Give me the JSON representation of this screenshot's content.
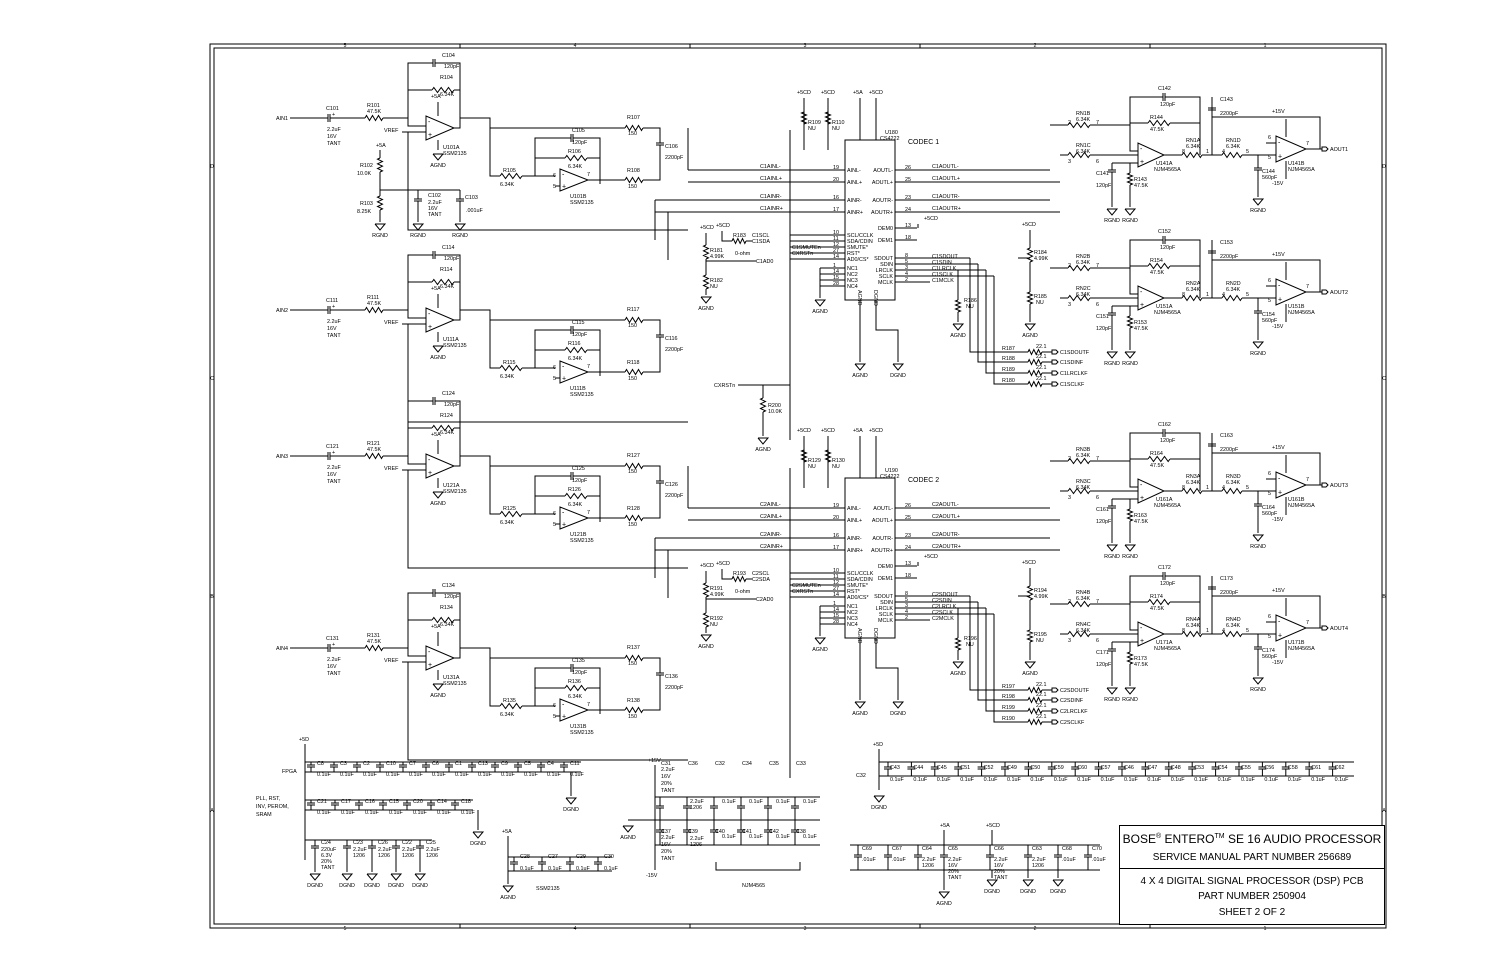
{
  "border": {
    "top_ticks": [
      "5",
      "4",
      "3",
      "2",
      "1"
    ],
    "side_ticks": [
      "D",
      "C",
      "B",
      "A"
    ]
  },
  "inputs": [
    {
      "ain": "AIN1",
      "cap_in": "C101",
      "cap_in_val": [
        "2.2uF",
        "16V",
        "TANT"
      ],
      "r_in": "R101",
      "r_in_val": "47.5K",
      "c_fb": "C104",
      "c_fb_val": "120pF",
      "r_fb": "R104",
      "r_fb_val": "6.34K",
      "op_a": "U101A",
      "op_part": "SSM2135",
      "c_fb2": "C105",
      "c_fb2_val": "120pF",
      "r_fb2": "R106",
      "r_fb2_val": "6.34K",
      "r_mid": "R105",
      "r_mid_val": "6.34K",
      "op_b": "U101B",
      "r_out1": "R107",
      "r_out2": "R108",
      "r_out_val": "150",
      "c_out": "C106",
      "c_out_val": "2200pF"
    },
    {
      "ain": "AIN2",
      "cap_in": "C111",
      "cap_in_val": [
        "2.2uF",
        "16V",
        "TANT"
      ],
      "r_in": "R111",
      "r_in_val": "47.5K",
      "c_fb": "C114",
      "c_fb_val": "120pF",
      "r_fb": "R114",
      "r_fb_val": "6.34K",
      "op_a": "U111A",
      "op_part": "SSM2135",
      "c_fb2": "C115",
      "c_fb2_val": "120pF",
      "r_fb2": "R116",
      "r_fb2_val": "6.34K",
      "r_mid": "R115",
      "r_mid_val": "6.34K",
      "op_b": "U111B",
      "r_out1": "R117",
      "r_out2": "R118",
      "r_out_val": "150",
      "c_out": "C116",
      "c_out_val": "2200pF"
    },
    {
      "ain": "AIN3",
      "cap_in": "C121",
      "cap_in_val": [
        "2.2uF",
        "16V",
        "TANT"
      ],
      "r_in": "R121",
      "r_in_val": "47.5K",
      "c_fb": "C124",
      "c_fb_val": "120pF",
      "r_fb": "R124",
      "r_fb_val": "6.34K",
      "op_a": "U121A",
      "op_part": "SSM2135",
      "c_fb2": "C125",
      "c_fb2_val": "120pF",
      "r_fb2": "R126",
      "r_fb2_val": "6.34K",
      "r_mid": "R125",
      "r_mid_val": "6.34K",
      "op_b": "U121B",
      "r_out1": "R127",
      "r_out2": "R128",
      "r_out_val": "150",
      "c_out": "C126",
      "c_out_val": "2200pF"
    },
    {
      "ain": "AIN4",
      "cap_in": "C131",
      "cap_in_val": [
        "2.2uF",
        "16V",
        "TANT"
      ],
      "r_in": "R131",
      "r_in_val": "47.5K",
      "c_fb": "C134",
      "c_fb_val": "120pF",
      "r_fb": "R134",
      "r_fb_val": "6.34K",
      "op_a": "U131A",
      "op_part": "SSM2135",
      "c_fb2": "C135",
      "c_fb2_val": "120pF",
      "r_fb2": "R136",
      "r_fb2_val": "6.34K",
      "r_mid": "R135",
      "r_mid_val": "6.34K",
      "op_b": "U131B",
      "r_out1": "R137",
      "r_out2": "R138",
      "r_out_val": "150",
      "c_out": "C136",
      "c_out_val": "2200pF"
    }
  ],
  "vref_bias": {
    "r102": "R102",
    "r102_val": "10.0K",
    "r103": "R103",
    "r103_val": "8.25K",
    "c102": "C102",
    "c102_val": [
      "2.2uF",
      "16V",
      "TANT"
    ],
    "c103": "C103",
    "c103_val": ".001uF",
    "rail": "+5A"
  },
  "codecs": [
    {
      "name": "CODEC 1",
      "ref": "U180",
      "part": "CS4222",
      "ain": [
        "C1AINL-",
        "C1AINL+",
        "C1AINR-",
        "C1AINR+"
      ],
      "aout": [
        "C1AOUTL-",
        "C1AOUTL+",
        "C1AOUTR-",
        "C1AOUTR+"
      ],
      "left_pins": [
        [
          "AINL-",
          "19"
        ],
        [
          "AINL+",
          "20"
        ],
        [
          "AINR-",
          "16"
        ],
        [
          "AINR+",
          "17"
        ]
      ],
      "right_pins": [
        [
          "AOUTL-",
          "26"
        ],
        [
          "AOUTL+",
          "25"
        ],
        [
          "AOUTR-",
          "23"
        ],
        [
          "AOUTR+",
          "24"
        ],
        [
          "DEM0",
          "13"
        ],
        [
          "DEM1",
          "18"
        ]
      ],
      "ctrl_pins": [
        [
          "SCL/CCLK",
          "10"
        ],
        [
          "SDA/CDIN",
          "11"
        ],
        [
          "SMUTE*",
          "12"
        ],
        [
          "RST*",
          "27"
        ],
        [
          "AD0/CS*",
          "14"
        ]
      ],
      "nc_pins": [
        [
          "NC1",
          "1"
        ],
        [
          "NC2",
          "14"
        ],
        [
          "NC3",
          "15"
        ],
        [
          "NC4",
          "28"
        ]
      ],
      "serial_pins": [
        [
          "SDOUT",
          "8"
        ],
        [
          "SDIN",
          "5"
        ],
        [
          "LRCLK",
          "3"
        ],
        [
          "SCLK",
          "4"
        ],
        [
          "MCLK",
          "2"
        ]
      ],
      "serial_nets": [
        "C1SDOUT",
        "C1SDIN",
        "C1LRCLK",
        "C1SCLK",
        "C1MCLK"
      ],
      "ctrl_nets": [
        "C1SCL",
        "C1SDA",
        "C1SMUTEn",
        "CXRSTn",
        "C1AD0"
      ],
      "rails": [
        "+5CD",
        "+5CD",
        "+5A",
        "+5CD"
      ],
      "r_pull": [
        [
          "R109",
          "NU"
        ],
        [
          "R110",
          "NU"
        ]
      ],
      "r183": [
        "R183",
        "0-ohm"
      ],
      "r181": [
        "R181",
        "4.99K"
      ],
      "r182": [
        "R182",
        "NU"
      ],
      "r184": [
        "R184",
        "4.99K"
      ],
      "r185": [
        "R185",
        "NU"
      ],
      "r186": [
        "R186",
        "NU"
      ],
      "term": [
        [
          "R187",
          "22.1",
          "C1SDOUTF"
        ],
        [
          "R188",
          "22.1",
          "C1SDINF"
        ],
        [
          "R189",
          "22.1",
          "C1LRCLKF"
        ],
        [
          "R180",
          "22.1",
          "C1SCLKF"
        ]
      ],
      "gnd": [
        "AGND",
        "DGND"
      ]
    },
    {
      "name": "CODEC 2",
      "ref": "U190",
      "part": "CS4222",
      "ain": [
        "C2AINL-",
        "C2AINL+",
        "C2AINR-",
        "C2AINR+"
      ],
      "aout": [
        "C2AOUTL-",
        "C2AOUTL+",
        "C2AOUTR-",
        "C2AOUTR+"
      ],
      "left_pins": [
        [
          "AINL-",
          "19"
        ],
        [
          "AINL+",
          "20"
        ],
        [
          "AINR-",
          "16"
        ],
        [
          "AINR+",
          "17"
        ]
      ],
      "right_pins": [
        [
          "AOUTL-",
          "26"
        ],
        [
          "AOUTL+",
          "25"
        ],
        [
          "AOUTR-",
          "23"
        ],
        [
          "AOUTR+",
          "24"
        ],
        [
          "DEM0",
          "13"
        ],
        [
          "DEM1",
          "18"
        ]
      ],
      "ctrl_pins": [
        [
          "SCL/CCLK",
          "10"
        ],
        [
          "SDA/CDIN",
          "11"
        ],
        [
          "SMUTE*",
          "12"
        ],
        [
          "RST*",
          "27"
        ],
        [
          "AD0/CS*",
          "14"
        ]
      ],
      "nc_pins": [
        [
          "NC1",
          "1"
        ],
        [
          "NC2",
          "14"
        ],
        [
          "NC3",
          "15"
        ],
        [
          "NC4",
          "28"
        ]
      ],
      "serial_pins": [
        [
          "SDOUT",
          "8"
        ],
        [
          "SDIN",
          "5"
        ],
        [
          "LRCLK",
          "3"
        ],
        [
          "SCLK",
          "4"
        ],
        [
          "MCLK",
          "2"
        ]
      ],
      "serial_nets": [
        "C2SDOUT",
        "C2SDIN",
        "C2LRCLK",
        "C2SCLK",
        "C2MCLK"
      ],
      "ctrl_nets": [
        "C2SCL",
        "C2SDA",
        "C2SMUTEn",
        "CXRSTn",
        "C2AD0"
      ],
      "rails": [
        "+5CD",
        "+5CD",
        "+5A",
        "+5CD"
      ],
      "r_pull": [
        [
          "R129",
          "NU"
        ],
        [
          "R130",
          "NU"
        ]
      ],
      "r183": [
        "R193",
        "0-ohm"
      ],
      "r181": [
        "R191",
        "4.99K"
      ],
      "r182": [
        "R192",
        "NU"
      ],
      "r184": [
        "R194",
        "4.99K"
      ],
      "r185": [
        "R195",
        "NU"
      ],
      "r186": [
        "R196",
        "NU"
      ],
      "term": [
        [
          "R197",
          "22.1",
          "C2SDOUTF"
        ],
        [
          "R198",
          "22.1",
          "C2SDINF"
        ],
        [
          "R199",
          "22.1",
          "C2LRCLKF"
        ],
        [
          "R190",
          "22.1",
          "C2SCLKF"
        ]
      ],
      "gnd": [
        "AGND",
        "DGND"
      ]
    }
  ],
  "reset": {
    "net": "CXRSTn",
    "r": "R200",
    "r_val": "10.0K",
    "gnd": "AGND"
  },
  "outputs": [
    {
      "aout": "AOUT1",
      "rn_b": "RN1B",
      "rn_c": "RN1C",
      "rn_a": "RN1A",
      "rn_d": "RN1D",
      "rn_val": "6.34K",
      "c_fb": "C142",
      "c_fb_val": "120pF",
      "r_fb": "R144",
      "r_fb_val": "47.5K",
      "op_a": "U141A",
      "op_b": "U141B",
      "op_part": "NJM4565A",
      "c_gnd": "C141",
      "c_gnd_val": "120pF",
      "r_gnd": "R143",
      "r_gnd_val": "47.5K",
      "c_mid": "C143",
      "c_mid_val": "2200pF",
      "c_out": "C144",
      "c_out_val": "560pF"
    },
    {
      "aout": "AOUT2",
      "rn_b": "RN2B",
      "rn_c": "RN2C",
      "rn_a": "RN2A",
      "rn_d": "RN2D",
      "rn_val": "6.34K",
      "c_fb": "C152",
      "c_fb_val": "120pF",
      "r_fb": "R154",
      "r_fb_val": "47.5K",
      "op_a": "U151A",
      "op_b": "U151B",
      "op_part": "NJM4565A",
      "c_gnd": "C151",
      "c_gnd_val": "120pF",
      "r_gnd": "R153",
      "r_gnd_val": "47.5K",
      "c_mid": "C153",
      "c_mid_val": "2200pF",
      "c_out": "C154",
      "c_out_val": "560pF"
    },
    {
      "aout": "AOUT3",
      "rn_b": "RN3B",
      "rn_c": "RN3C",
      "rn_a": "RN3A",
      "rn_d": "RN3D",
      "rn_val": "6.34K",
      "c_fb": "C162",
      "c_fb_val": "120pF",
      "r_fb": "R164",
      "r_fb_val": "47.5K",
      "op_a": "U161A",
      "op_b": "U161B",
      "op_part": "NJM4565A",
      "c_gnd": "C161",
      "c_gnd_val": "120pF",
      "r_gnd": "R163",
      "r_gnd_val": "47.5K",
      "c_mid": "C163",
      "c_mid_val": "2200pF",
      "c_out": "C164",
      "c_out_val": "560pF"
    },
    {
      "aout": "AOUT4",
      "rn_b": "RN4B",
      "rn_c": "RN4C",
      "rn_a": "RN4A",
      "rn_d": "RN4D",
      "rn_val": "6.34K",
      "c_fb": "C172",
      "c_fb_val": "120pF",
      "r_fb": "R174",
      "r_fb_val": "47.5K",
      "op_a": "U171A",
      "op_b": "U171B",
      "op_part": "NJM4565A",
      "c_gnd": "C171",
      "c_gnd_val": "120pF",
      "r_gnd": "R173",
      "r_gnd_val": "47.5K",
      "c_mid": "C173",
      "c_mid_val": "2200pF",
      "c_out": "C174",
      "c_out_val": "560pF"
    }
  ],
  "rails_text": {
    "p5a": "+5A",
    "p5cd": "+5CD",
    "p15": "+15V",
    "m15": "-15V",
    "p5d": "+5D",
    "agnd": "AGND",
    "dgnd": "DGND",
    "rgnd": "RGND"
  },
  "decoupling": {
    "fpga_label": "FPGA",
    "fpga_caps": [
      "C8",
      "C3",
      "C2",
      "C10",
      "C7",
      "C6",
      "C1",
      "C13",
      "C9",
      "C5",
      "C4",
      "C11"
    ],
    "pll_label": [
      "PLL, RST,",
      "INV, PEROM,",
      "SRAM"
    ],
    "pll_caps": [
      "C21",
      "C17",
      "C16",
      "C15",
      "C20",
      "C14",
      "C18"
    ],
    "bulk": [
      [
        "C24",
        "220uF",
        "6.3V",
        "20%",
        "TANT"
      ],
      [
        "C23",
        "2.2uF",
        "1206"
      ],
      [
        "C26",
        "2.2uF",
        "1206"
      ],
      [
        "C22",
        "2.2uF",
        "1206"
      ],
      [
        "C25",
        "2.2uF",
        "1206"
      ]
    ],
    "ssm_caps": [
      "C28",
      "C27",
      "C29",
      "C30"
    ],
    "ssm_label": "SSM2135",
    "njm_top": [
      "C31",
      "C36",
      "C32",
      "C34",
      "C35",
      "C33"
    ],
    "njm_bot": [
      "C37",
      "C39",
      "C40",
      "C41",
      "C42",
      "C38"
    ],
    "njm_label": "NJM4565",
    "njm_bulk_top": [
      "2.2uF",
      "16V",
      "20%",
      "TANT"
    ],
    "njm_mid": [
      "2.2uF",
      "1206"
    ],
    "fpga2_caps": [
      "C43",
      "C44",
      "C45",
      "C51",
      "C52",
      "C49",
      "C50",
      "C59",
      "C60",
      "C57",
      "C46",
      "C47",
      "C48",
      "C53",
      "C54",
      "C55",
      "C56",
      "C58",
      "C61",
      "C62"
    ],
    "c32": "C32",
    "bottom_caps": [
      [
        "C69",
        ".01uF"
      ],
      [
        "C67",
        ".01uF"
      ],
      [
        "C64",
        "2.2uF",
        "1206"
      ],
      [
        "C65",
        "2.2uF",
        "16V",
        "20%",
        "TANT"
      ],
      [
        "C66",
        "2.2uF",
        "16V",
        "20%",
        "TANT"
      ],
      [
        "C63",
        "2.2uF",
        "1206"
      ],
      [
        "C68",
        ".01uF"
      ],
      [
        "C70",
        ".01uF"
      ]
    ],
    "cap_val": "0.1uF"
  },
  "title_block": {
    "brand": "BOSE",
    "brand_mark": "®",
    "product": "ENTERO",
    "tm": "TM",
    "product_rest": "SE 16 AUDIO PROCESSOR",
    "manual": "SERVICE MANUAL PART NUMBER 256689",
    "board": "4 X 4 DIGITAL SIGNAL PROCESSOR (DSP) PCB",
    "part": "PART NUMBER 250904",
    "sheet": "SHEET 2 OF 2"
  }
}
